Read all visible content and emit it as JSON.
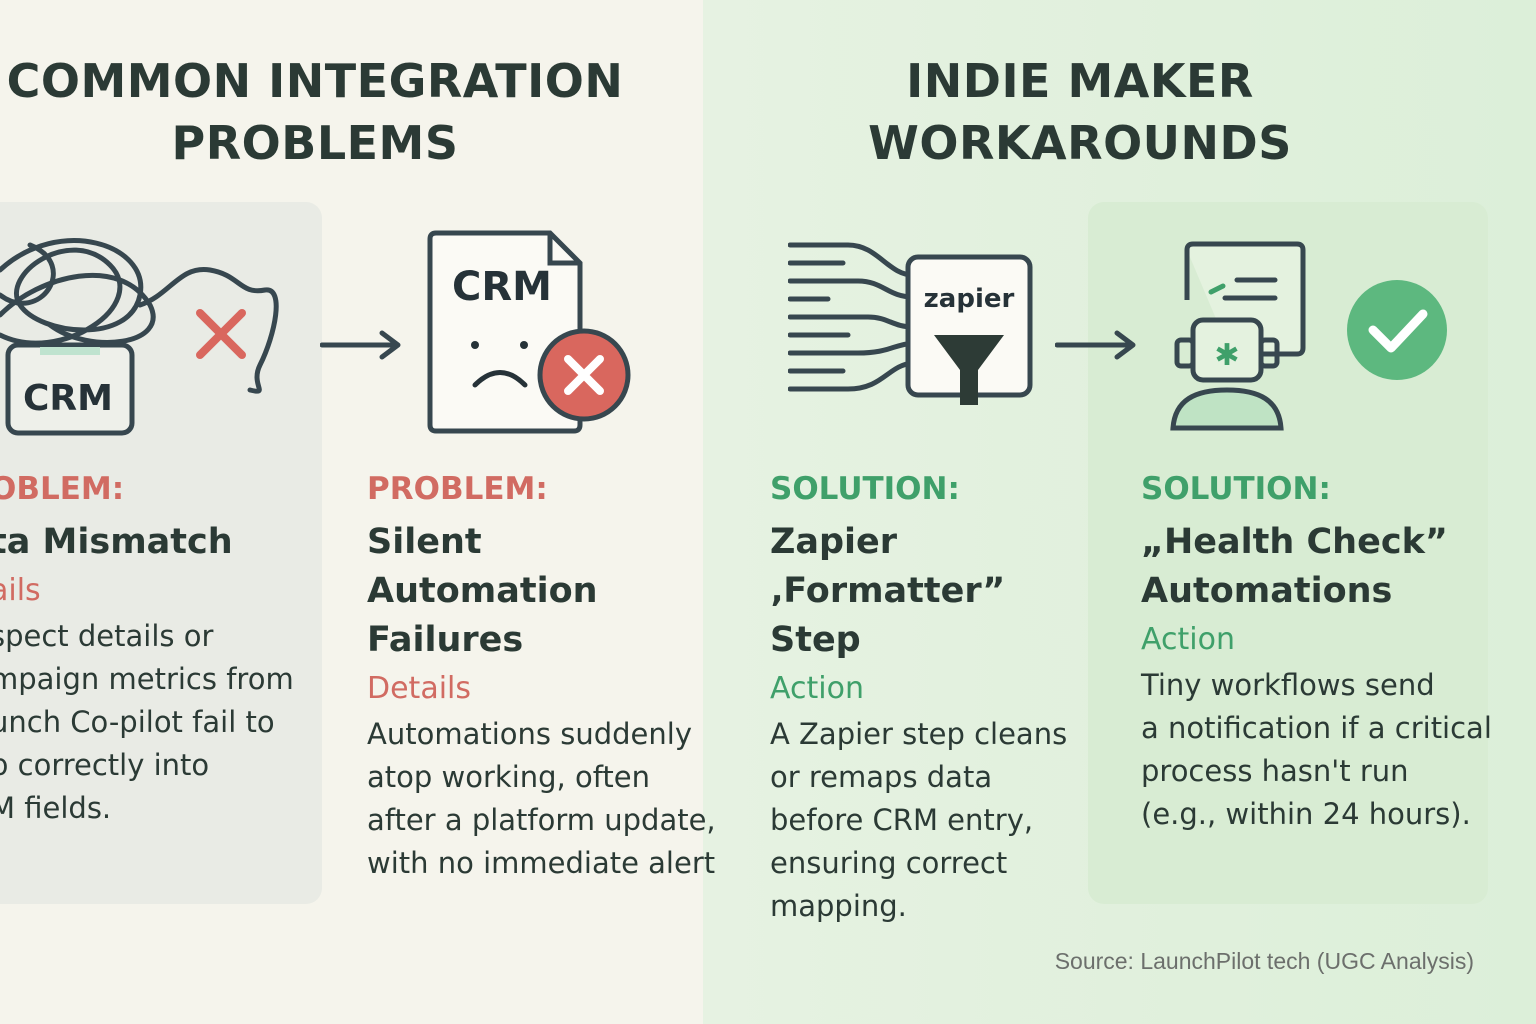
{
  "headings": {
    "problems": [
      "COMMON INTEGRATION",
      "PROBLEMS"
    ],
    "workarounds": [
      "INDIE MAKER",
      "WORKAROUNDS"
    ]
  },
  "cards": [
    {
      "label": "OBLEM:",
      "title": [
        "ta Mismatch"
      ],
      "sub": "ails",
      "body": [
        "spect details or",
        "mpaign metrics from",
        "unch Co-pilot fail to",
        "p correctly into",
        "M fields."
      ]
    },
    {
      "label": "PROBLEM:",
      "title": [
        "Silent",
        "Automation",
        "Failures"
      ],
      "sub": "Details",
      "body": [
        "Automations suddenly",
        "atop working, often",
        "after a platform update,",
        "with no immediate alert"
      ]
    },
    {
      "label": "SOLUTION:",
      "title": [
        "Zapier",
        "‚Formatter” Step"
      ],
      "sub": "Action",
      "body": [
        "A Zapier step cleans",
        "or remaps data",
        "before CRM entry,",
        "ensuring correct",
        "mapping."
      ]
    },
    {
      "label": "SOLUTION:",
      "title": [
        "„Health Check”",
        "Automations"
      ],
      "sub": "Action",
      "body": [
        "Tiny workflows send",
        "a notification if a critical",
        "process hasn't run",
        "(e.g., within 24 hours)."
      ]
    }
  ],
  "icons": {
    "crm_box_label": "CRM",
    "crm_doc_label": "CRM",
    "zapier_label": "zapier"
  },
  "source": "Source: LaunchPilot tech (UGC Analysis)",
  "colors": {
    "problem_red": "#d16b62",
    "solution_green": "#3fa06a",
    "check_green": "#5db87f",
    "dark_ink": "#2b3a35"
  }
}
